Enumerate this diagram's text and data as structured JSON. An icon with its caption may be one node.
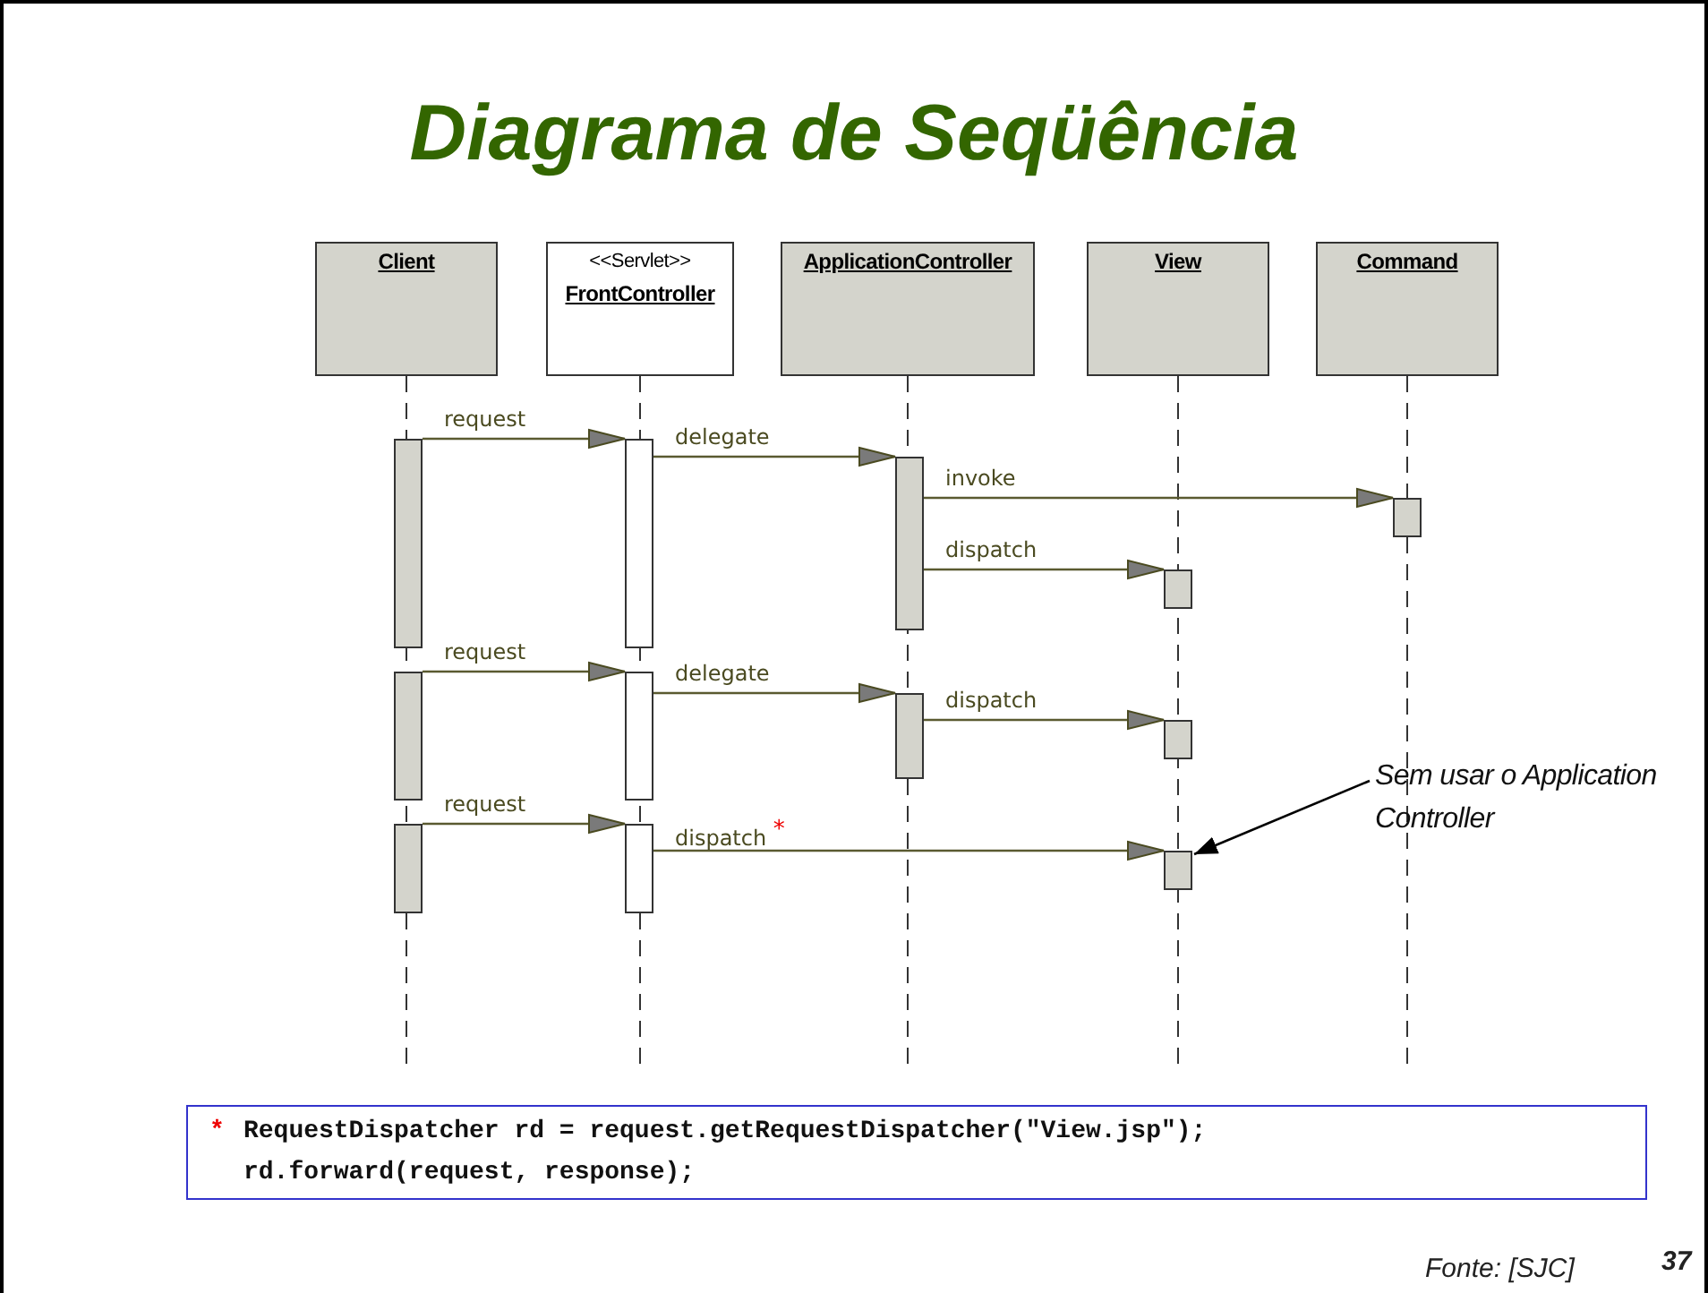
{
  "diagram": {
    "title": "Diagrama de Seqüência",
    "nodes": [
      {
        "text": [
          "Client"
        ]
      },
      {
        "text": [
          "<<Servlet>>",
          "FrontController"
        ]
      },
      {
        "text": [
          "ApplicationController"
        ]
      },
      {
        "text": [
          "View"
        ]
      },
      {
        "text": [
          "Command"
        ]
      },
      {
        "text": [],
        "shape": "bar"
      },
      {
        "text": [],
        "shape": "bar"
      },
      {
        "text": [],
        "shape": "bar"
      },
      {
        "text": [],
        "shape": "bar"
      },
      {
        "text": [],
        "shape": "bar"
      },
      {
        "text": [],
        "shape": "bar"
      },
      {
        "text": [],
        "shape": "bar"
      },
      {
        "text": [],
        "shape": "bar"
      },
      {
        "text": [],
        "shape": "bar"
      },
      {
        "text": [],
        "shape": "bar"
      },
      {
        "text": [],
        "shape": "bar"
      },
      {
        "text": [],
        "shape": "bar"
      },
      {
        "text": [
          "Sem usar o Application Controller"
        ]
      },
      {
        "text": [
          "*",
          "RequestDispatcher rd = request.getRequestDispatcher(\"View.jsp\");",
          "rd.forward(request, response);"
        ]
      }
    ],
    "edges": [
      {
        "from": 5,
        "to": 8,
        "arrow": "to",
        "label": "request"
      },
      {
        "from": 8,
        "to": 11,
        "arrow": "to",
        "label": "delegate"
      },
      {
        "from": 11,
        "to": 16,
        "arrow": "to",
        "label": "invoke"
      },
      {
        "from": 11,
        "to": 13,
        "arrow": "to",
        "label": "dispatch"
      },
      {
        "from": 6,
        "to": 9,
        "arrow": "to",
        "label": "request"
      },
      {
        "from": 9,
        "to": 12,
        "arrow": "to",
        "label": "delegate"
      },
      {
        "from": 12,
        "to": 14,
        "arrow": "to",
        "label": "dispatch"
      },
      {
        "from": 7,
        "to": 10,
        "arrow": "to",
        "label": "request"
      },
      {
        "from": 10,
        "to": 15,
        "arrow": "to",
        "label": "dispatch $^{*}$"
      },
      {
        "from": 17,
        "to": 15,
        "arrow": "to",
        "color": "#000000"
      }
    ],
    "labels": [
      "Fonte: [SJC]",
      "37"
    ]
  }
}
